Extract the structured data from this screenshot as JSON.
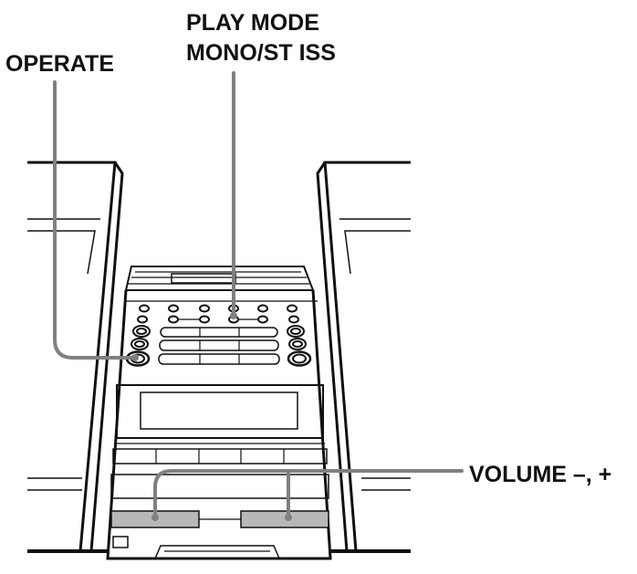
{
  "labels": {
    "play_mode": "PLAY MODE",
    "mono_st_iss": "MONO/ST ISS",
    "operate": "OPERATE",
    "volume": "VOLUME –, +"
  },
  "colors": {
    "line": "#111111",
    "pointer": "#808080",
    "slider_fill": "#b8b8b8",
    "background": "#ffffff"
  }
}
